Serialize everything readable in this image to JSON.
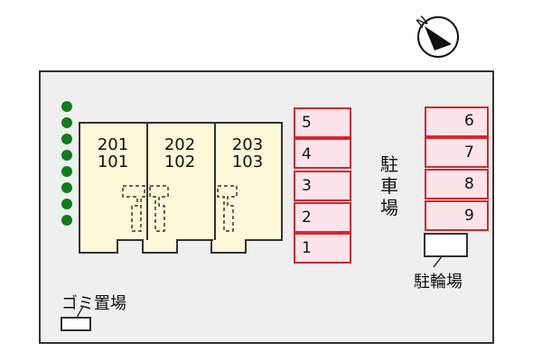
{
  "compass": {
    "north_label": "N"
  },
  "building": {
    "units": [
      {
        "top": "201",
        "bottom": "101"
      },
      {
        "top": "202",
        "bottom": "102"
      },
      {
        "top": "203",
        "bottom": "103"
      }
    ]
  },
  "parking": {
    "label": [
      "駐",
      "車",
      "場"
    ],
    "left_spaces": [
      "5",
      "4",
      "3",
      "2",
      "1"
    ],
    "right_spaces": [
      "6",
      "7",
      "8",
      "9"
    ]
  },
  "bicycle_parking": {
    "label": "駐輪場"
  },
  "garbage": {
    "label": "ゴミ置場"
  },
  "colors": {
    "parking_border": "#d6262f",
    "parking_fill": "#fde3ea",
    "building_fill": "#fdf8d8",
    "tree": "#0f7d1c"
  }
}
